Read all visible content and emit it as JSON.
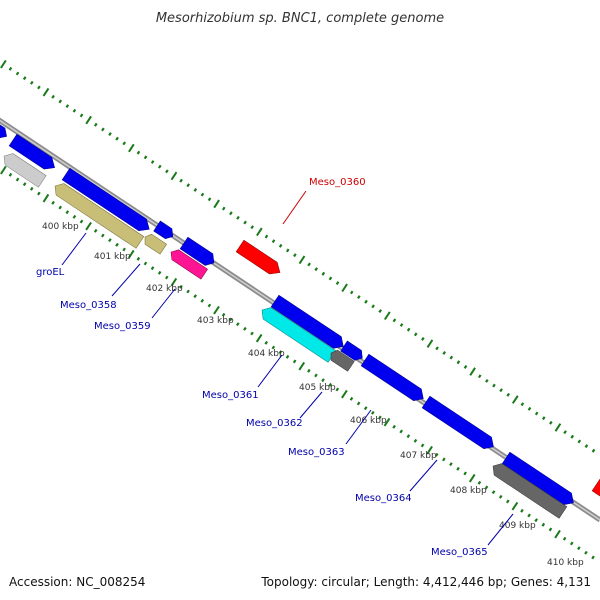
{
  "header": {
    "title": "Mesorhizobium sp. BNC1, complete genome"
  },
  "footer": {
    "accession": "Accession: NC_008254",
    "summary": "Topology: circular; Length: 4,412,446 bp; Genes: 4,131"
  },
  "colors": {
    "backbone": "#8c8c8c",
    "tick": "#1a7a1a",
    "forward_cds": "#0000ee",
    "reverse_cds": "#0000ee",
    "grey_gene": "#666666",
    "light_grey_gene": "#cccccc",
    "khaki_gene": "#c8be78",
    "magenta_gene": "#ff1493",
    "cyan_gene": "#00e8e8",
    "red_gene": "#ff0000",
    "label_blue": "#0000aa",
    "label_red": "#cc0000"
  },
  "kbp_labels": [
    "400 kbp",
    "401 kbp",
    "402 kbp",
    "403 kbp",
    "404 kbp",
    "405 kbp",
    "406 kbp",
    "407 kbp",
    "408 kbp",
    "409 kbp",
    "410 kbp"
  ],
  "gene_labels": [
    {
      "id": "groEL",
      "text": "groEL",
      "color": "blue"
    },
    {
      "id": "meso-0358",
      "text": "Meso_0358",
      "color": "blue"
    },
    {
      "id": "meso-0359",
      "text": "Meso_0359",
      "color": "blue"
    },
    {
      "id": "meso-0360",
      "text": "Meso_0360",
      "color": "red"
    },
    {
      "id": "meso-0361",
      "text": "Meso_0361",
      "color": "blue"
    },
    {
      "id": "meso-0362",
      "text": "Meso_0362",
      "color": "blue"
    },
    {
      "id": "meso-0363",
      "text": "Meso_0363",
      "color": "blue"
    },
    {
      "id": "meso-0364",
      "text": "Meso_0364",
      "color": "blue"
    },
    {
      "id": "meso-0365",
      "text": "Meso_0365",
      "color": "blue"
    }
  ]
}
